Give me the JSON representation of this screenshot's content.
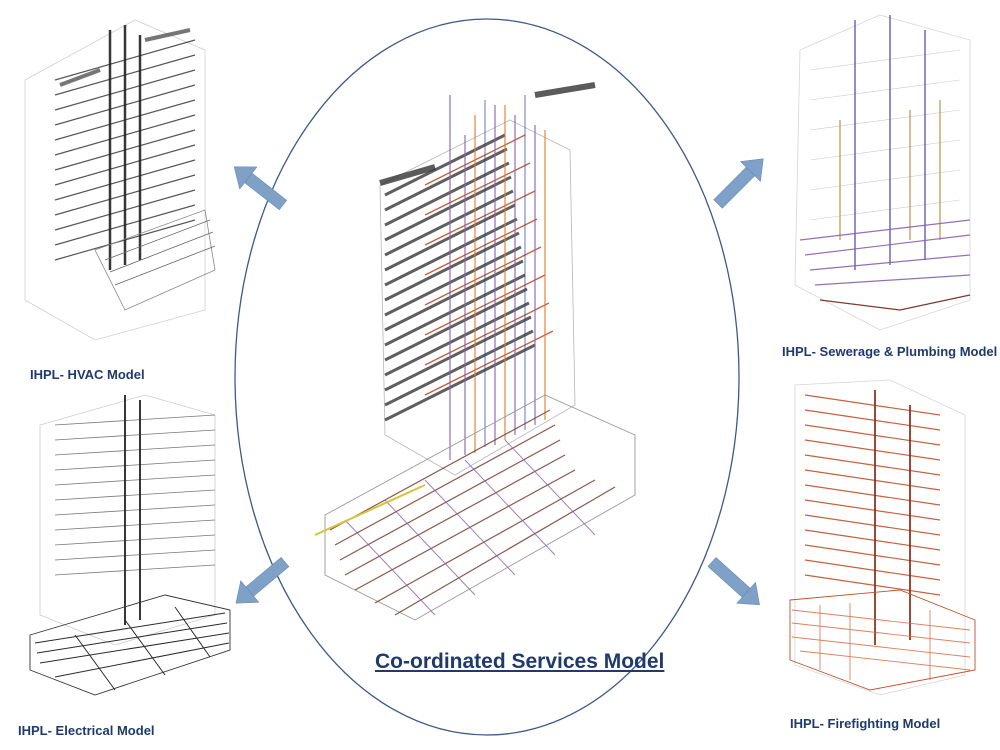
{
  "center": {
    "title": "Co-ordinated Services Model"
  },
  "models": {
    "hvac": {
      "label": "IHPL- HVAC Model",
      "color": "#3a3a3a"
    },
    "sewerage": {
      "label": "IHPL- Sewerage & Plumbing Model",
      "color": "#8a5fb0"
    },
    "electrical": {
      "label": "IHPL- Electrical Model",
      "color": "#2b2b2b"
    },
    "firefighting": {
      "label": "IHPL- Firefighting Model",
      "color": "#c0502a"
    }
  },
  "colors": {
    "arrow": "#7fa1c7",
    "ellipse": "#3b5a8a",
    "title": "#1f3a6d"
  }
}
